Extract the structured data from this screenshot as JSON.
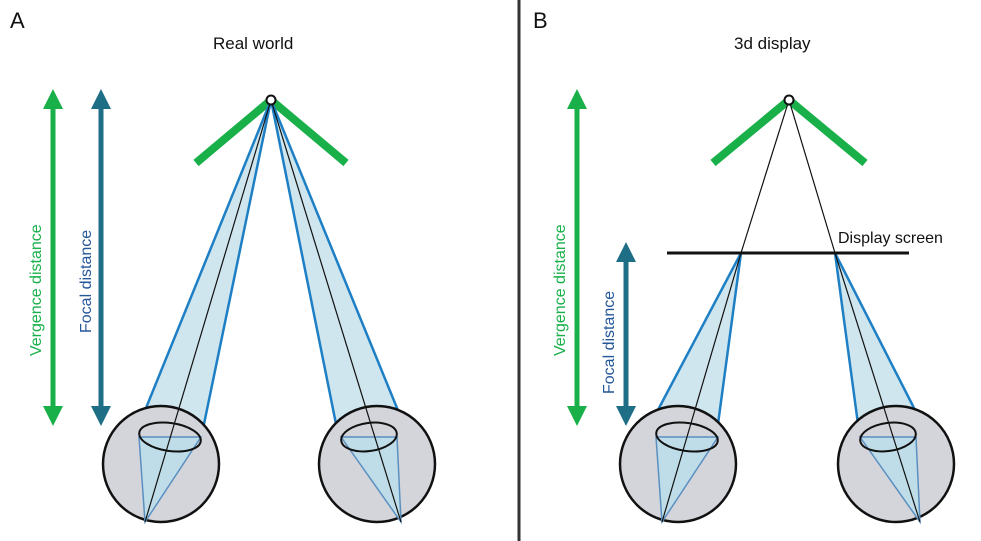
{
  "panel_a": {
    "letter": "A",
    "title": "Real world",
    "vergence_label": "Vergence distance",
    "focal_label": "Focal distance"
  },
  "panel_b": {
    "letter": "B",
    "title": "3d display",
    "vergence_label": "Vergence distance",
    "focal_label": "Focal distance",
    "screen_label": "Display screen"
  },
  "colors": {
    "vergence_green": "#19b04a",
    "focal_blue": "#24569a",
    "focal_arrow": "#1e6e86",
    "cone_fill": "#cfe6ee",
    "cone_edge": "#1e7fc4",
    "eye_fill": "#d3d5da",
    "divider": "#333333"
  }
}
